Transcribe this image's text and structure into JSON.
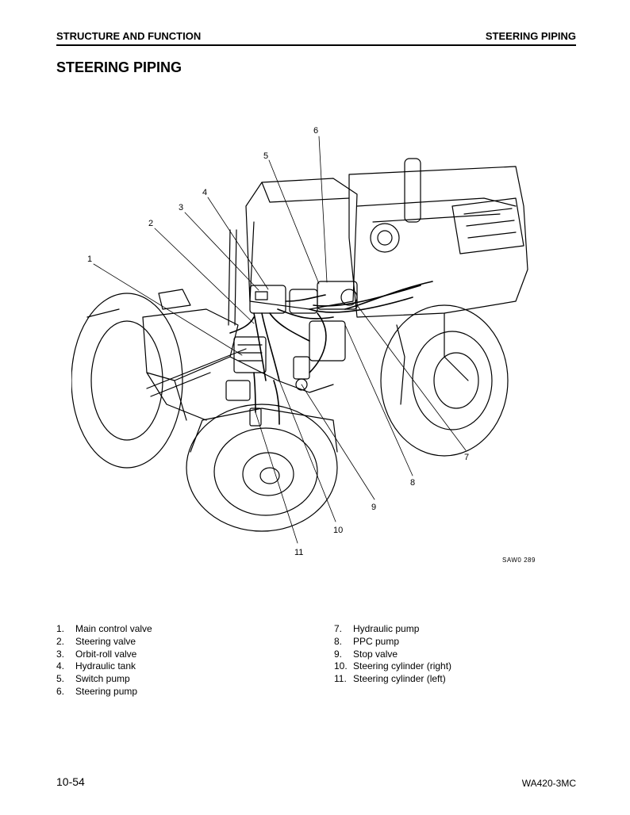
{
  "header": {
    "section": "STRUCTURE AND FUNCTION",
    "topic": "STEERING PIPING"
  },
  "page_title": "STEERING PIPING",
  "figure": {
    "code": "SAW0 289",
    "callouts": [
      "1",
      "2",
      "3",
      "4",
      "5",
      "6",
      "7",
      "8",
      "9",
      "10",
      "11"
    ]
  },
  "legend_left": [
    {
      "num": "1.",
      "label": "Main control valve"
    },
    {
      "num": "2.",
      "label": "Steering valve"
    },
    {
      "num": "3.",
      "label": "Orbit-roll valve"
    },
    {
      "num": "4.",
      "label": "Hydraulic tank"
    },
    {
      "num": "5.",
      "label": "Switch pump"
    },
    {
      "num": "6.",
      "label": "Steering pump"
    }
  ],
  "legend_right": [
    {
      "num": "7.",
      "label": "Hydraulic pump"
    },
    {
      "num": "8.",
      "label": "PPC pump"
    },
    {
      "num": "9.",
      "label": "Stop valve"
    },
    {
      "num": "10.",
      "label": "Steering cylinder (right)"
    },
    {
      "num": "11.",
      "label": "Steering cylinder (left)"
    }
  ],
  "footer": {
    "page_number": "10-54",
    "model": "WA420-3MC"
  }
}
